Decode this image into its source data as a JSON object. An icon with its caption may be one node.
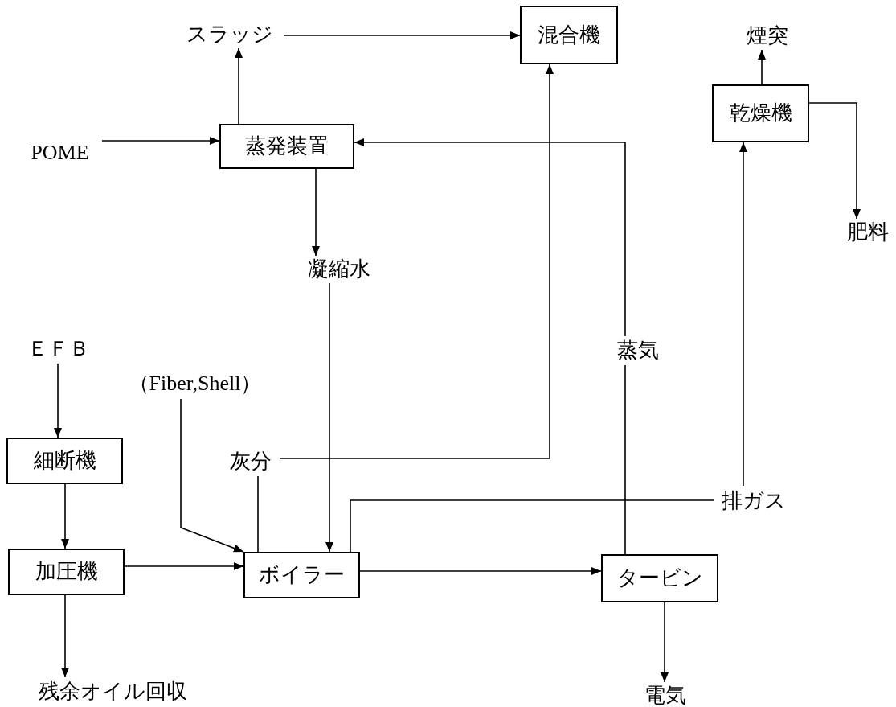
{
  "diagram": {
    "nodes": [
      {
        "text": [
          "スラッジ"
        ]
      },
      {
        "text": [
          "混合機"
        ]
      },
      {
        "text": [
          "煙突"
        ]
      },
      {
        "text": [
          "POME"
        ]
      },
      {
        "text": [
          "蒸発装置"
        ]
      },
      {
        "text": [
          "乾燥機"
        ]
      },
      {
        "text": [
          "肥料"
        ]
      },
      {
        "text": [
          "凝縮水"
        ]
      },
      {
        "text": [
          "蒸気"
        ]
      },
      {
        "text": [
          "ＥＦＢ"
        ]
      },
      {
        "text": [
          "（Fiber,Shell）"
        ]
      },
      {
        "text": [
          "細断機"
        ]
      },
      {
        "text": [
          "灰分"
        ]
      },
      {
        "text": [
          "排ガス"
        ]
      },
      {
        "text": [
          "加圧機"
        ]
      },
      {
        "text": [
          "ボイラー"
        ]
      },
      {
        "text": [
          "タービン"
        ]
      },
      {
        "text": [
          "残余オイル回収"
        ]
      },
      {
        "text": [
          "電気"
        ]
      }
    ],
    "edges": [
      {
        "from": 0,
        "to": 1,
        "arrow": "to"
      },
      {
        "from": 4,
        "to": 0,
        "arrow": "to"
      },
      {
        "from": 3,
        "to": 4,
        "arrow": "to"
      },
      {
        "from": 8,
        "to": 4,
        "arrow": "to"
      },
      {
        "from": 16,
        "to": 8,
        "arrow": "none"
      },
      {
        "from": 4,
        "to": 7,
        "arrow": "to"
      },
      {
        "from": 7,
        "to": 15,
        "arrow": "to"
      },
      {
        "from": 5,
        "to": 2,
        "arrow": "to"
      },
      {
        "from": 5,
        "to": 6,
        "arrow": "to"
      },
      {
        "from": 13,
        "to": 5,
        "arrow": "to"
      },
      {
        "from": 9,
        "to": 11,
        "arrow": "to"
      },
      {
        "from": 11,
        "to": 14,
        "arrow": "to"
      },
      {
        "from": 14,
        "to": 17,
        "arrow": "to"
      },
      {
        "from": 14,
        "to": 15,
        "arrow": "to"
      },
      {
        "from": 10,
        "to": 15,
        "arrow": "to"
      },
      {
        "from": 15,
        "to": 12,
        "arrow": "none"
      },
      {
        "from": 12,
        "to": 1,
        "arrow": "to"
      },
      {
        "from": 15,
        "to": 13,
        "arrow": "none"
      },
      {
        "from": 15,
        "to": 16,
        "arrow": "to"
      },
      {
        "from": 16,
        "to": 18,
        "arrow": "to"
      }
    ]
  }
}
